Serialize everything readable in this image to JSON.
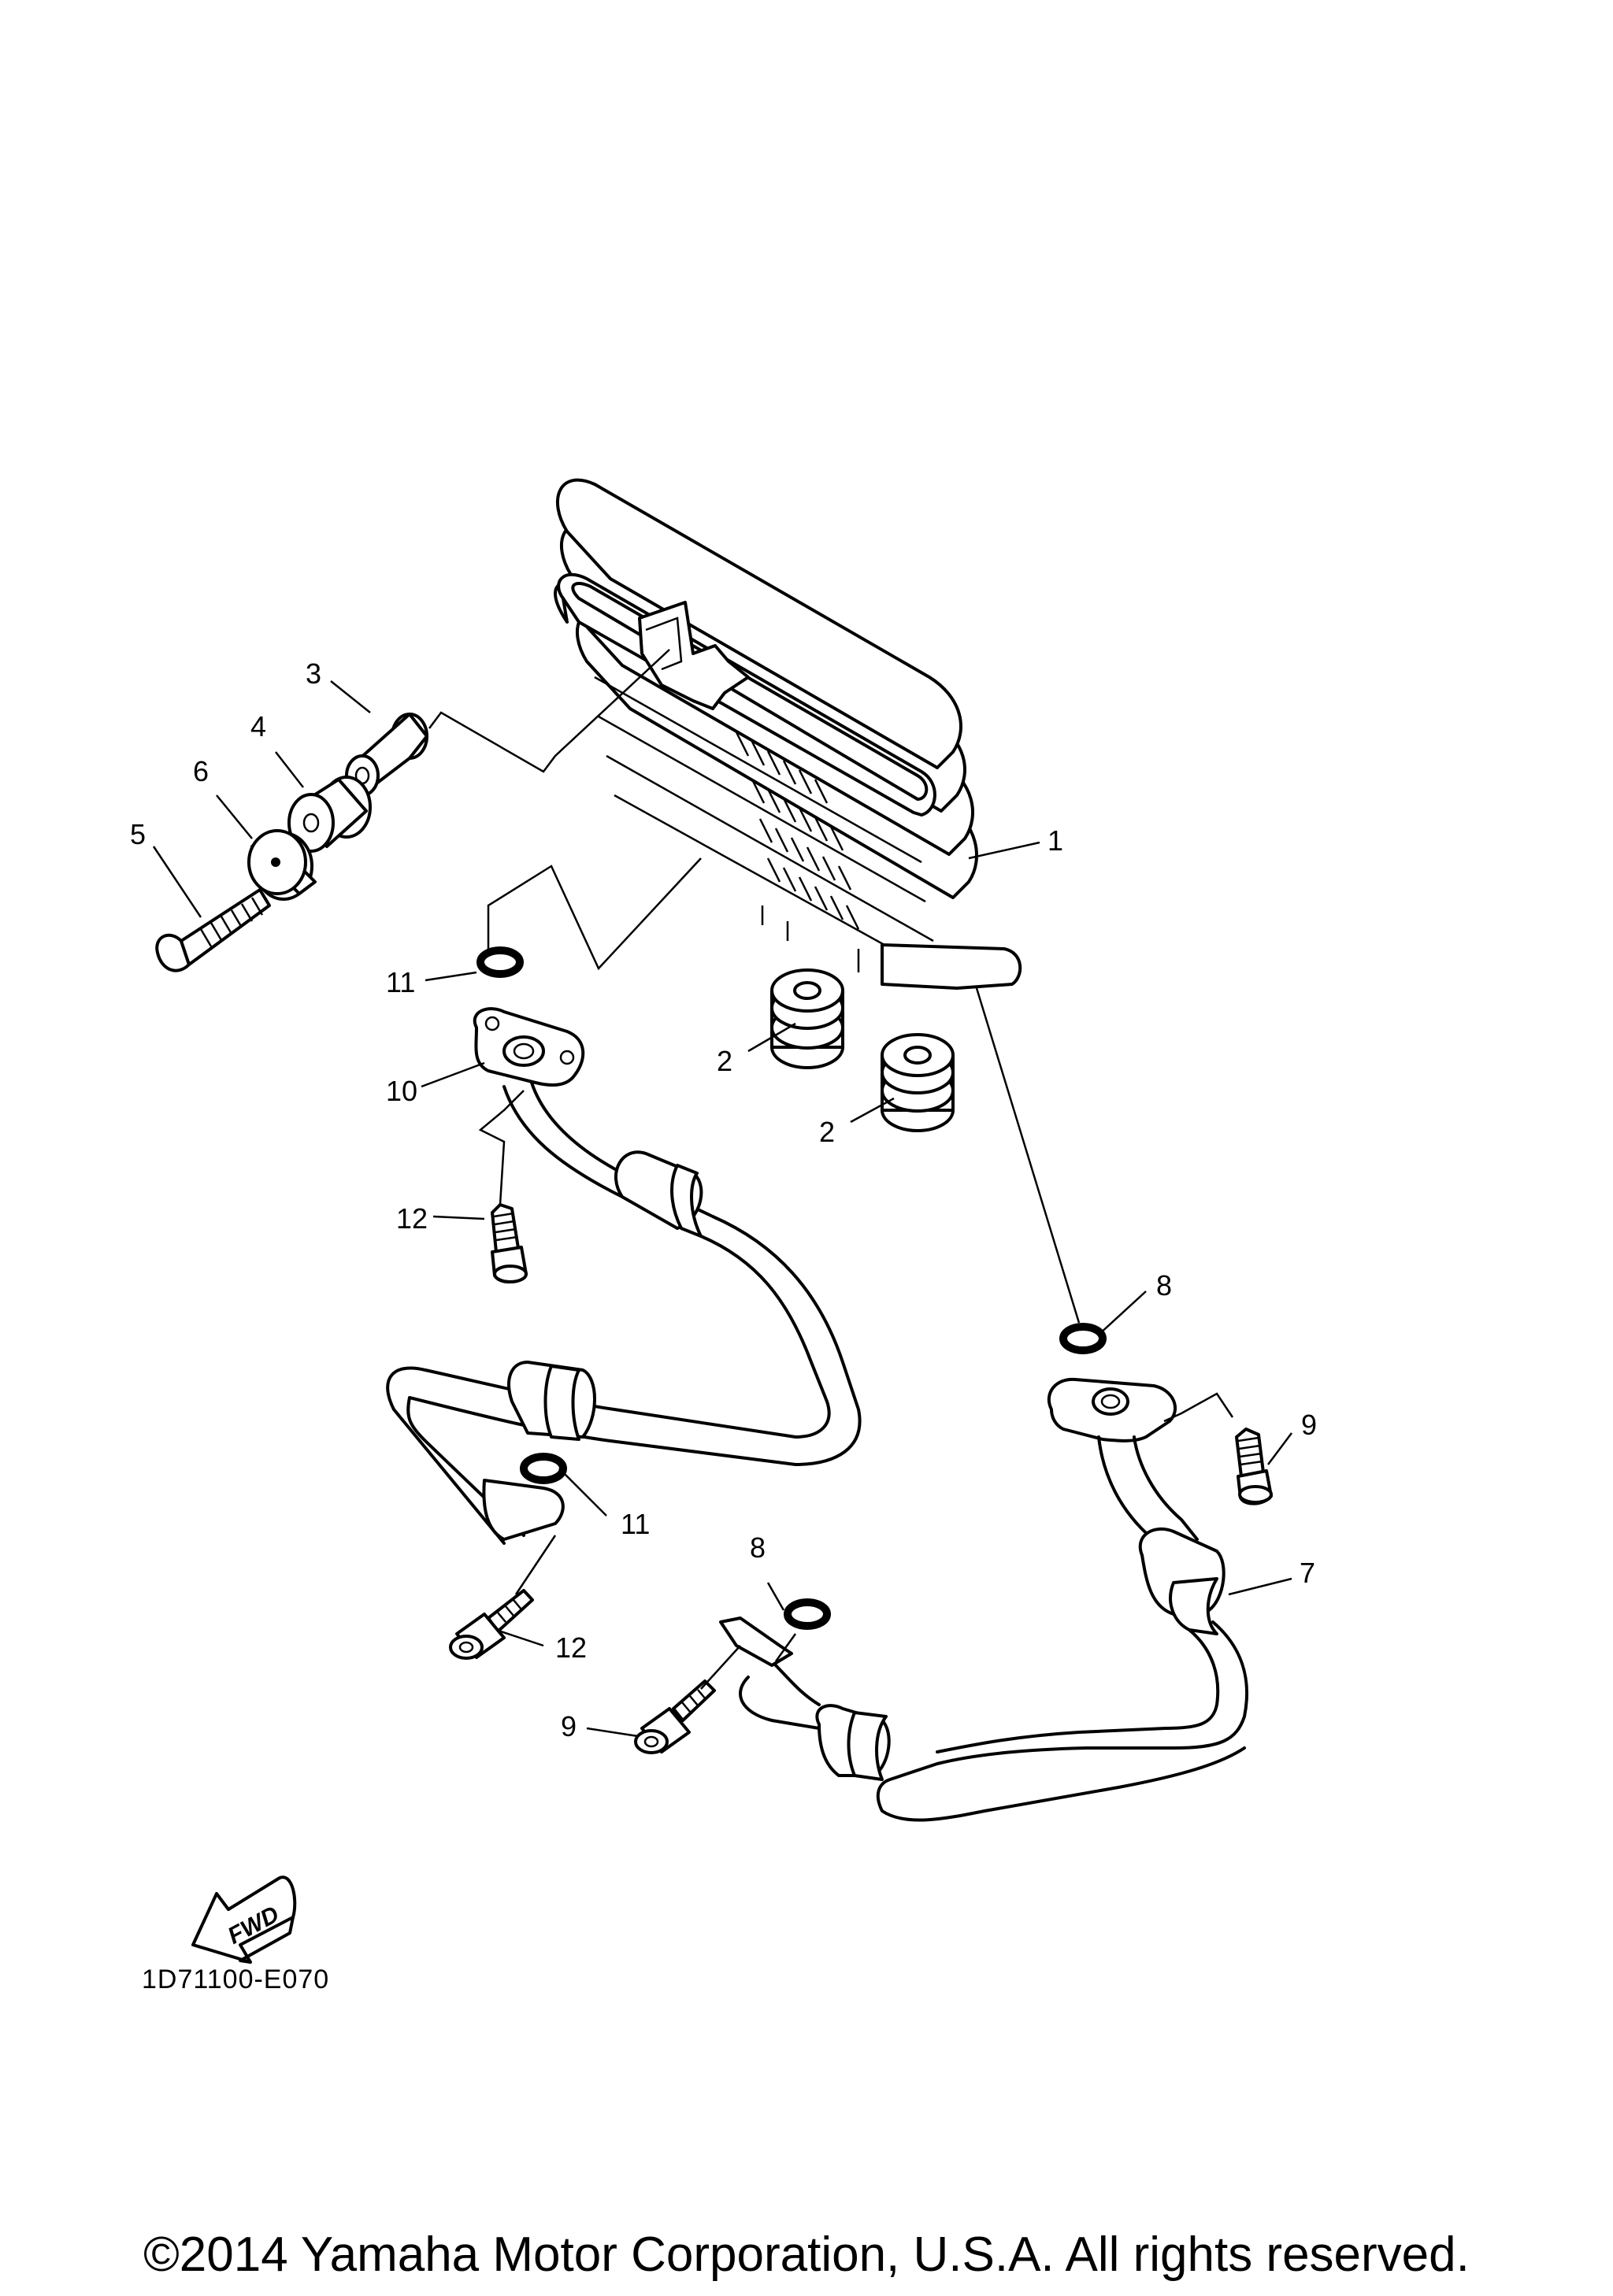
{
  "callouts": {
    "c1": "1",
    "c2a": "2",
    "c2b": "2",
    "c3": "3",
    "c4": "4",
    "c5": "5",
    "c6": "6",
    "c7": "7",
    "c8a": "8",
    "c8b": "8",
    "c9a": "9",
    "c9b": "9",
    "c10": "10",
    "c11a": "11",
    "c11b": "11",
    "c12a": "12",
    "c12b": "12"
  },
  "fwd_label": "FWD",
  "diagram_code": "1D71100-E070",
  "copyright": "©2014 Yamaha Motor Corporation, U.S.A. All rights reserved."
}
